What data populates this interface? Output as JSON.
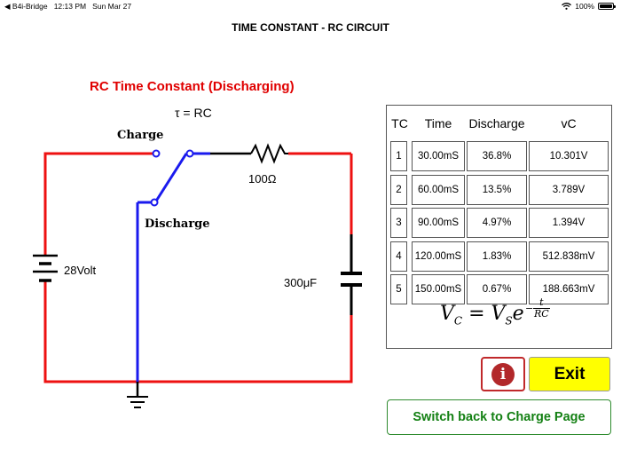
{
  "status_bar": {
    "back_app": "◀ B4i-Bridge",
    "time": "12:13 PM",
    "date": "Sun Mar 27",
    "battery": "100%",
    "battery_level": 1.0
  },
  "nav": {
    "title": "TIME CONSTANT - RC CIRCUIT"
  },
  "diagram": {
    "title": "RC Time Constant (Discharging)",
    "tau_formula": "τ = RC",
    "charge_label": "Charge",
    "discharge_label": "Discharge",
    "resistor_label": "100Ω",
    "battery_label": "28Volt",
    "capacitor_label": "300μF",
    "colors": {
      "wire_red": "#ee1111",
      "wire_blue": "#1a1aee",
      "title_red": "#e00000"
    }
  },
  "table": {
    "headers": [
      "TC",
      "Time",
      "Discharge",
      "vC"
    ],
    "rows": [
      [
        "1",
        "30.00mS",
        "36.8%",
        "10.301V"
      ],
      [
        "2",
        "60.00mS",
        "13.5%",
        "3.789V"
      ],
      [
        "3",
        "90.00mS",
        "4.97%",
        "1.394V"
      ],
      [
        "4",
        "120.00mS",
        "1.83%",
        "512.838mV"
      ],
      [
        "5",
        "150.00mS",
        "0.67%",
        "188.663mV"
      ]
    ]
  },
  "formula": {
    "lhs": "V",
    "lhs_sub": "C",
    "equals": " = ",
    "rhs": "V",
    "rhs_sub": "S",
    "base": "e",
    "minus": "−",
    "exp_num": "t",
    "exp_den": "RC"
  },
  "buttons": {
    "info": "i",
    "exit": "Exit",
    "switch": "Switch back to Charge Page"
  }
}
